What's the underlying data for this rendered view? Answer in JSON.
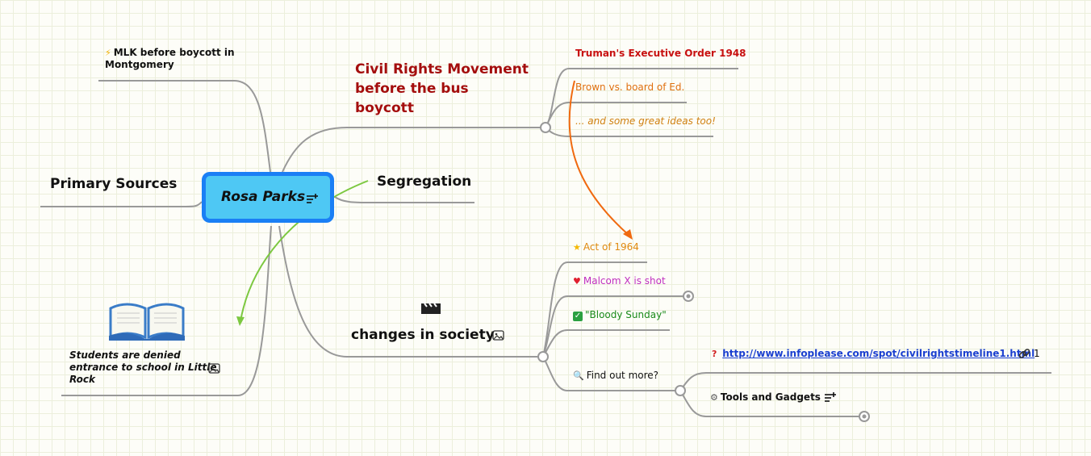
{
  "central": {
    "title": "Rosa Parks"
  },
  "left": {
    "mlk": {
      "icon": "lightning-icon",
      "line1": "MLK before boycott in",
      "line2": "Montgomery"
    },
    "primary_sources": {
      "label": "Primary Sources"
    },
    "students": {
      "line1": "Students are denied",
      "line2": "entrance to school in Little",
      "line3": "Rock",
      "image": "book-icon"
    }
  },
  "right": {
    "civil_rights": {
      "line1": "Civil Rights Movement",
      "line2": "before the bus",
      "line3": "boycott",
      "color": "#a40d0d"
    },
    "truman": {
      "label": "Truman's Executive Order 1948",
      "color": "#c81010"
    },
    "brown": {
      "label": "Brown vs. board of Ed.",
      "color": "#e07010"
    },
    "great_ideas": {
      "label": "... and some great ideas too!",
      "color": "#d08010"
    },
    "segregation": {
      "label": "Segregation"
    },
    "changes": {
      "label": "changes in society",
      "image": "clapperboard-icon"
    },
    "act1964": {
      "icon": "star-icon",
      "label": "Act of 1964",
      "color": "#e08a10"
    },
    "malcom": {
      "icon": "heart-icon",
      "label": "Malcom X is shot",
      "color": "#c030c0"
    },
    "bloody": {
      "icon": "check-icon",
      "label": "\"Bloody Sunday\"",
      "color": "#1a8a1a"
    },
    "find_more": {
      "icon": "magnifier-icon",
      "label": "Find out more?"
    },
    "link": {
      "icon": "question-icon",
      "url": "http://www.infoplease.com/spot/civilrightstimeline1.html",
      "count": "1"
    },
    "tools": {
      "icon": "gear-icon",
      "label": "Tools and Gadgets"
    }
  },
  "colors": {
    "branch": "#999999",
    "relation_orange": "#f06a10",
    "relation_green": "#7cc840",
    "central_fill": "#4ec8f4",
    "central_border": "#1a7ff5"
  }
}
